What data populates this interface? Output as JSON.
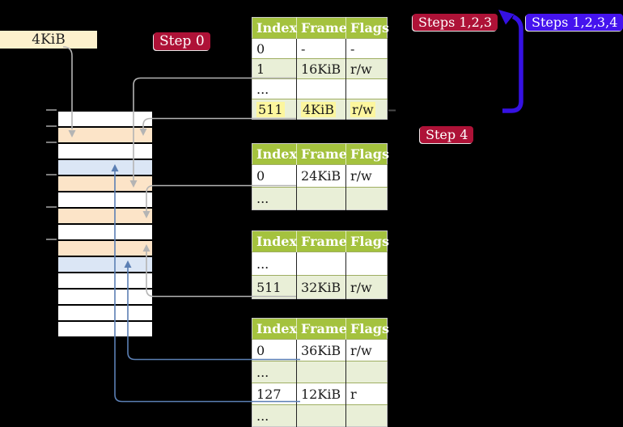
{
  "memory_label": "4KiB",
  "badges": {
    "step0": {
      "label": "Step 0"
    },
    "steps123": {
      "label": "Steps 1,2,3"
    },
    "steps1234": {
      "label": "Steps 1,2,3,4"
    },
    "step4": {
      "label": "Step 4"
    }
  },
  "page_tables": [
    {
      "name": "page-table-level4",
      "headers": [
        "Index",
        "Frame",
        "Flags"
      ],
      "rows": [
        {
          "cells": [
            "0",
            "-",
            "-"
          ],
          "shaded": false,
          "highlighted": false
        },
        {
          "cells": [
            "1",
            "16KiB",
            "r/w"
          ],
          "shaded": true,
          "highlighted": false
        },
        {
          "cells": [
            "...",
            "",
            ""
          ],
          "shaded": false,
          "highlighted": false
        },
        {
          "cells": [
            "511",
            "4KiB",
            "r/w"
          ],
          "shaded": true,
          "highlighted": true
        }
      ]
    },
    {
      "name": "page-table-level3",
      "headers": [
        "Index",
        "Frame",
        "Flags"
      ],
      "rows": [
        {
          "cells": [
            "0",
            "24KiB",
            "r/w"
          ],
          "shaded": false,
          "highlighted": false
        },
        {
          "cells": [
            "...",
            "",
            ""
          ],
          "shaded": true,
          "highlighted": false
        }
      ]
    },
    {
      "name": "page-table-level2",
      "headers": [
        "Index",
        "Frame",
        "Flags"
      ],
      "rows": [
        {
          "cells": [
            "...",
            "",
            ""
          ],
          "shaded": false,
          "highlighted": false
        },
        {
          "cells": [
            "511",
            "32KiB",
            "r/w"
          ],
          "shaded": true,
          "highlighted": false
        }
      ]
    },
    {
      "name": "page-table-level1",
      "headers": [
        "Index",
        "Frame",
        "Flags"
      ],
      "rows": [
        {
          "cells": [
            "0",
            "36KiB",
            "r/w"
          ],
          "shaded": false,
          "highlighted": false
        },
        {
          "cells": [
            "...",
            "",
            ""
          ],
          "shaded": true,
          "highlighted": false
        },
        {
          "cells": [
            "127",
            "12KiB",
            "r"
          ],
          "shaded": false,
          "highlighted": false
        },
        {
          "cells": [
            "...",
            "",
            ""
          ],
          "shaded": true,
          "highlighted": false
        }
      ]
    }
  ],
  "memory_stack": {
    "rows": [
      "white",
      "peach",
      "white",
      "blue",
      "peach",
      "white",
      "peach",
      "white",
      "peach",
      "blue",
      "white",
      "white",
      "white",
      "white"
    ]
  },
  "colors": {
    "header_green": "#a4c23e",
    "row_shade": "#e9efd7",
    "highlight_yellow": "#fcf69e",
    "frame_peach": "#fce4c8",
    "frame_blue": "#dbe6f5",
    "badge_red": "#ae1237",
    "badge_blue": "#4513ee",
    "arrow_gray": "#b4b4b4",
    "arrow_blue": "#5b7fb4",
    "thick_arrow_blue": "#3511e3",
    "label_cream": "#fdf1cd"
  }
}
